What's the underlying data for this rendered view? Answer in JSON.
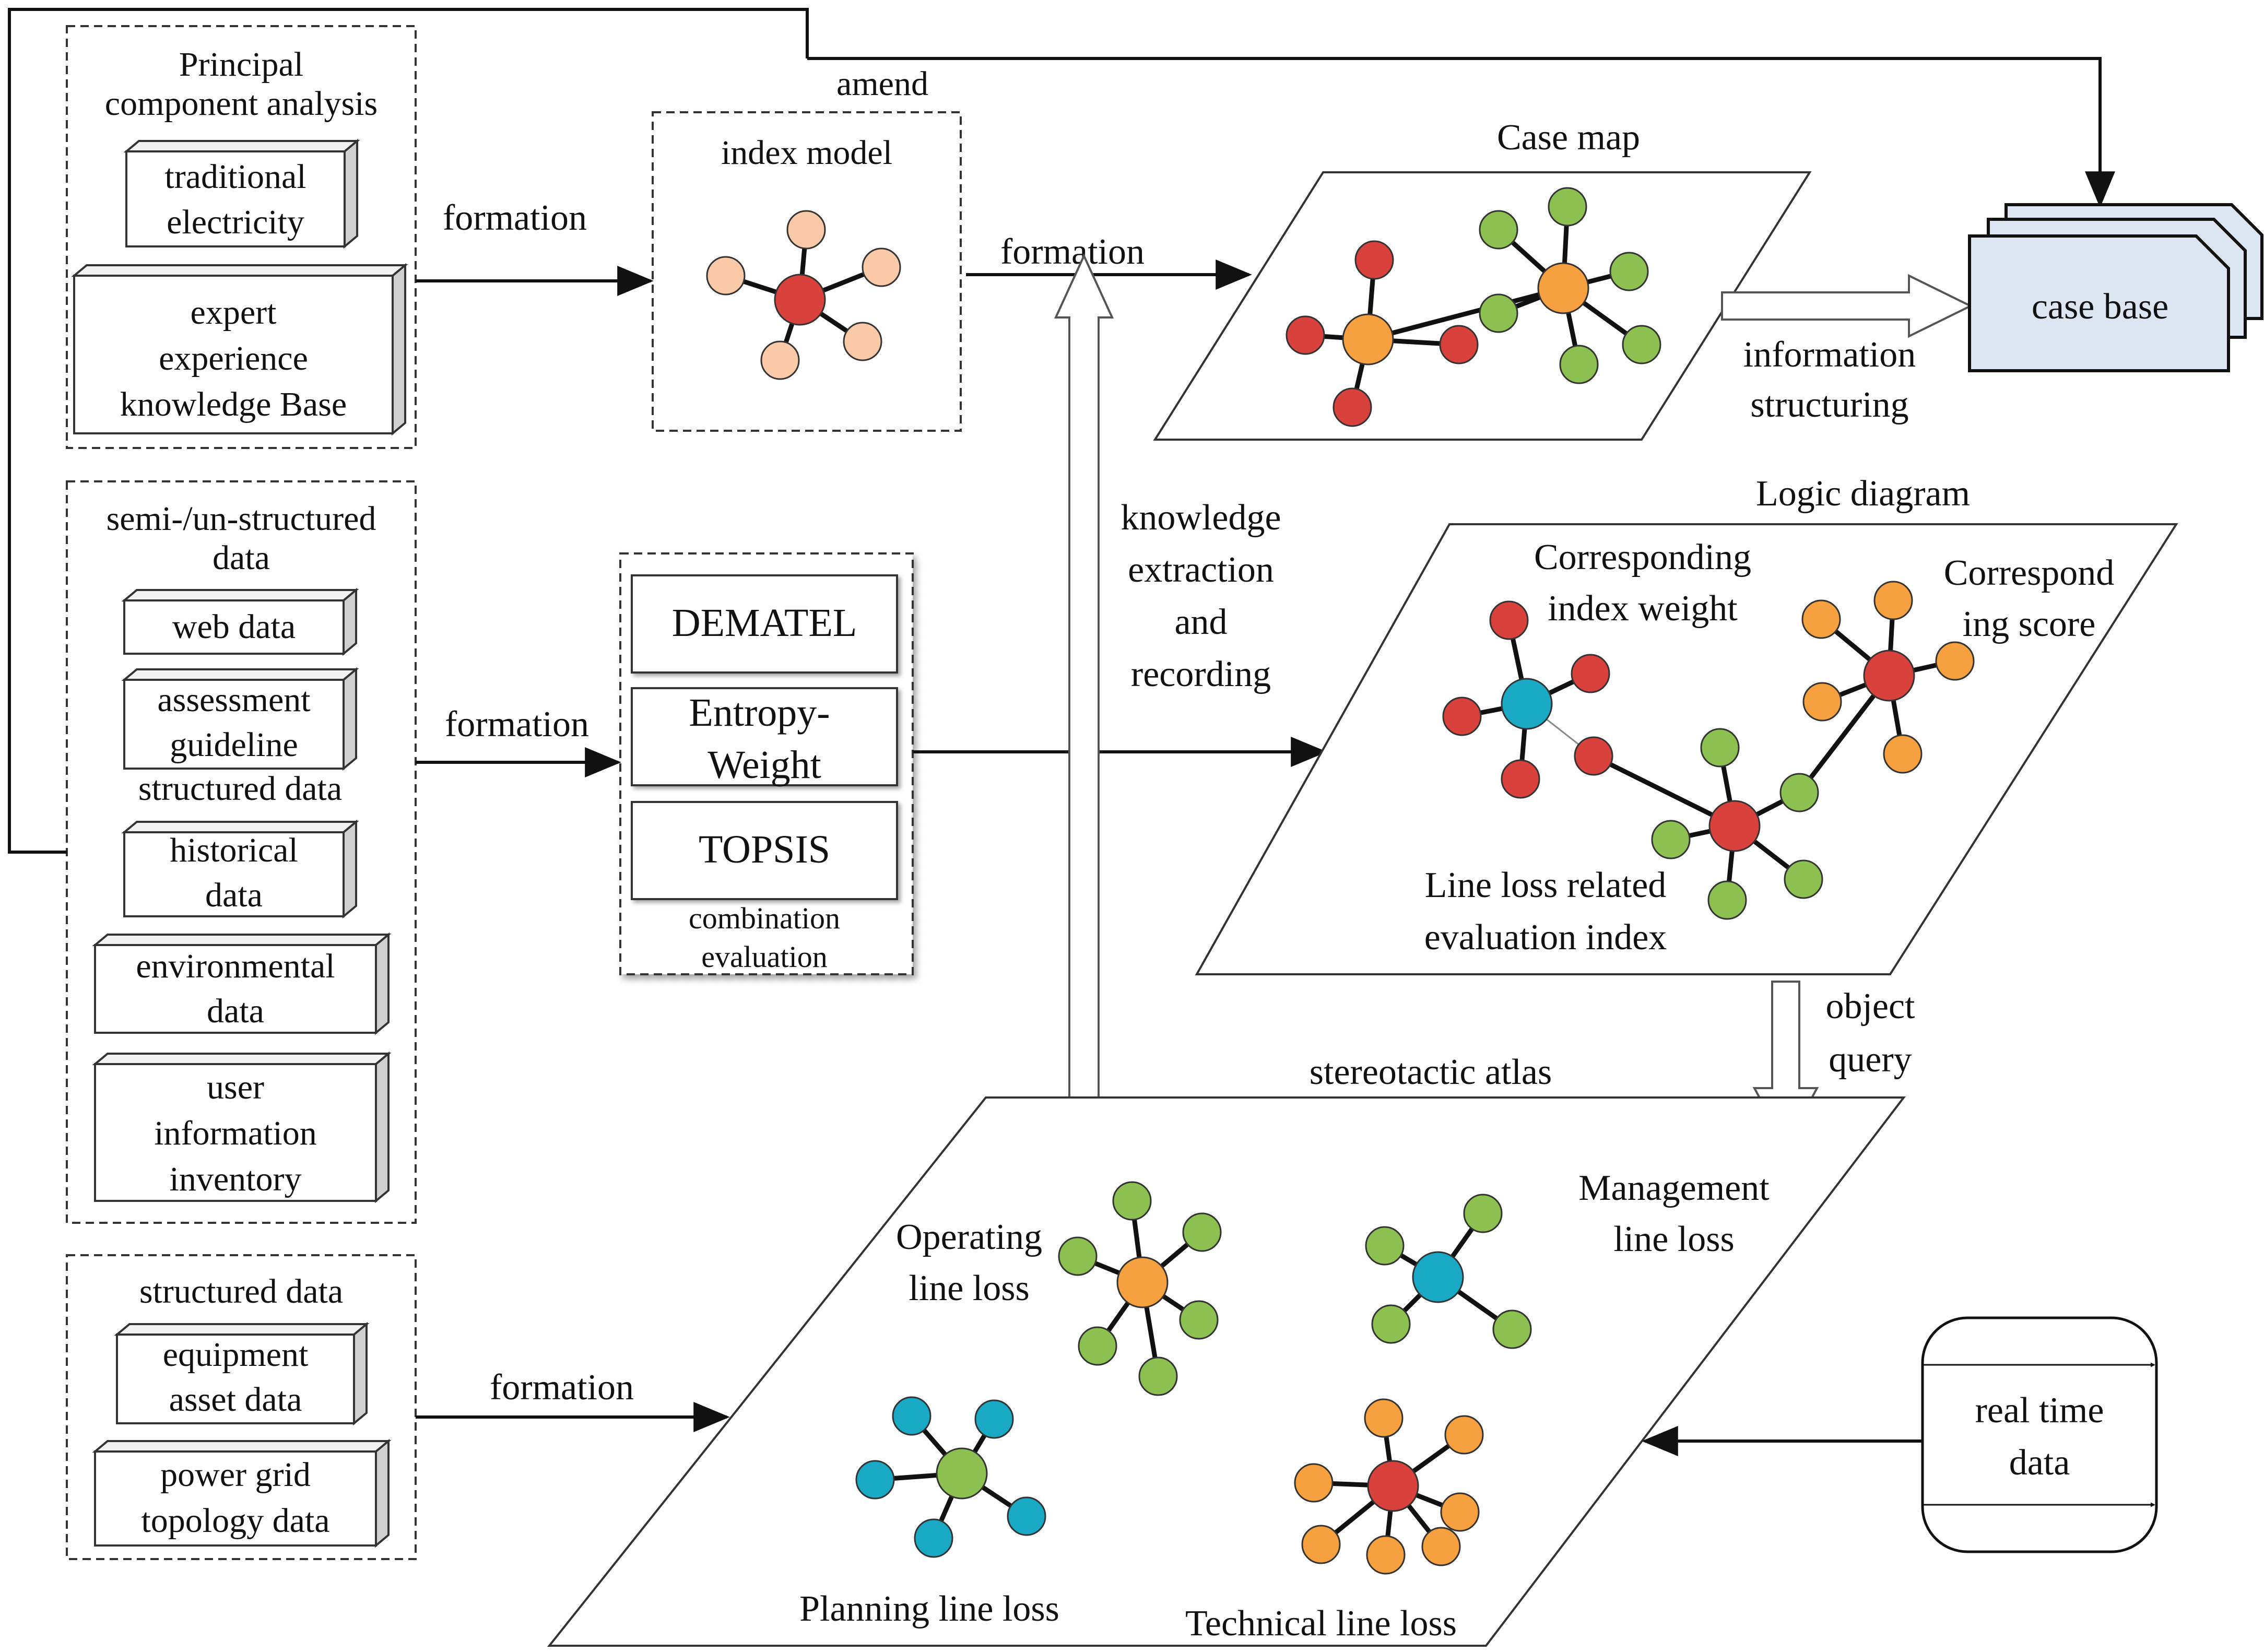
{
  "colors": {
    "line": "#111111",
    "red": "#d9413d",
    "peach": "#f9c9a8",
    "orange": "#f7a040",
    "green": "#8cc152",
    "cyan": "#1aa9c5",
    "case_base_fill": "#dce6f3"
  },
  "boxes": {
    "pca": {
      "title_lines": [
        "Principal",
        "component analysis"
      ],
      "items": [
        {
          "lines": [
            "traditional",
            "electricity"
          ]
        },
        {
          "lines": [
            "expert",
            "experience",
            "knowledge Base"
          ]
        }
      ]
    },
    "semi": {
      "title_lines": [
        "semi-/un-structured",
        "data"
      ],
      "items": [
        {
          "lines": [
            "web data"
          ]
        },
        {
          "lines": [
            "assessment",
            "guideline"
          ]
        },
        {
          "lines": [
            "historical",
            "data"
          ]
        },
        {
          "lines": [
            "environmental",
            "data"
          ]
        },
        {
          "lines": [
            "user",
            "information",
            "inventory"
          ]
        }
      ],
      "mid_title": "structured data"
    },
    "structured": {
      "title_lines": [
        "structured data"
      ],
      "items": [
        {
          "lines": [
            "equipment",
            "asset data"
          ]
        },
        {
          "lines": [
            "power grid",
            "topology data"
          ]
        }
      ]
    },
    "index_model": {
      "title": "index model"
    },
    "methods": {
      "items": [
        "DEMATEL",
        "Entropy-|Weight",
        "TOPSIS"
      ],
      "caption_lines": [
        "combination",
        "evaluation"
      ]
    },
    "case_base": {
      "label": "case base"
    },
    "real_time": {
      "lines": [
        "real time",
        "data"
      ]
    }
  },
  "arrows": {
    "amend": "amend",
    "formation_1": "formation",
    "formation_2": "formation",
    "formation_3": "formation",
    "formation_4": "formation",
    "knowledge_lines": [
      "knowledge",
      "extraction",
      "and",
      "recording"
    ],
    "info_lines": [
      "information",
      "structuring"
    ],
    "object_query_lines": [
      "object",
      "query"
    ]
  },
  "planes": {
    "case_map": {
      "title": "Case map"
    },
    "logic": {
      "title": "Logic diagram",
      "labels": {
        "weight_lines": [
          "Corresponding",
          "index weight"
        ],
        "score_lines": [
          "Correspond",
          "ing score"
        ],
        "line_loss_lines": [
          "Line loss related",
          "evaluation index"
        ]
      }
    },
    "atlas": {
      "title": "stereotactic atlas",
      "labels": {
        "operating_lines": [
          "Operating",
          "line loss"
        ],
        "management_lines": [
          "Management",
          "line loss"
        ],
        "planning": "Planning line loss",
        "technical": "Technical line loss"
      }
    }
  }
}
